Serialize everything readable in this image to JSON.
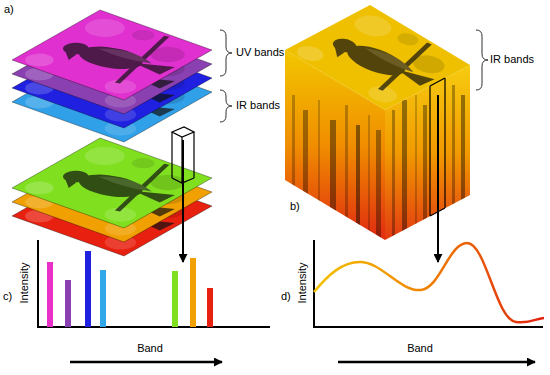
{
  "diagram": {
    "labels": [
      "a)",
      "UV bands",
      "IR bands",
      "b)",
      "IR bands",
      "c)",
      "Intensity",
      "Band",
      "d)",
      "Intensity",
      "Band"
    ]
  }
}
